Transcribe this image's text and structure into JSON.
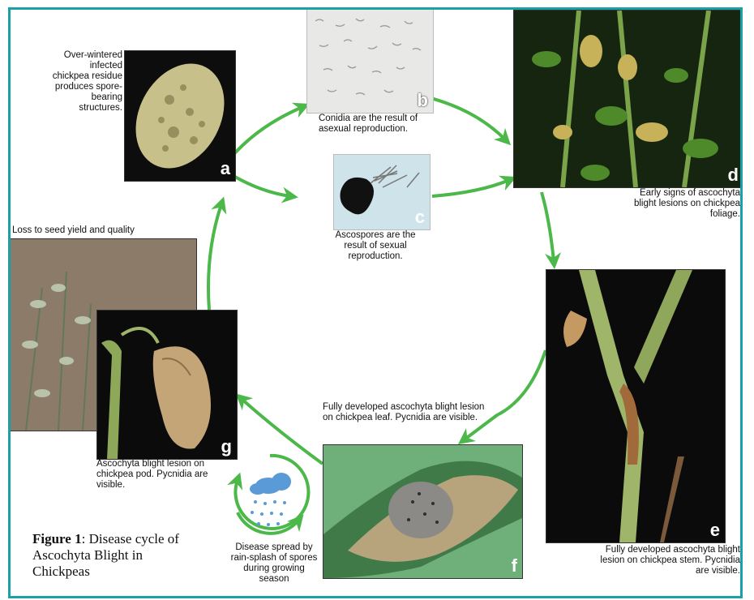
{
  "stages": {
    "a": {
      "letter": "a",
      "caption": "Over-wintered infected chickpea residue produces spore-bearing structures."
    },
    "b": {
      "letter": "b",
      "caption": "Conidia are the result of asexual reproduction."
    },
    "c": {
      "letter": "c",
      "caption": "Ascospores are the result of sexual reproduction."
    },
    "d": {
      "letter": "d",
      "caption": "Early signs of ascochyta blight lesions on chickpea foliage."
    },
    "e": {
      "letter": "e",
      "caption": "Fully developed ascochyta blight lesion on chickpea stem. Pycnidia are visible."
    },
    "f": {
      "letter": "f",
      "caption": "Fully developed ascochyta blight lesion on chickpea leaf. Pycnidia are visible."
    },
    "g": {
      "letter": "g",
      "caption": "Ascochyta blight lesion on chickpea pod. Pycnidia are visible."
    }
  },
  "loss_caption": "Loss to seed yield and quality",
  "rain_caption": "Disease spread by rain-splash of spores during growing season",
  "figure": {
    "label": "Figure 1",
    "text": ": Disease cycle of Ascochyta Blight in Chickpeas"
  },
  "colors": {
    "border": "#1aa0a6",
    "arrow": "#4cb84a"
  }
}
